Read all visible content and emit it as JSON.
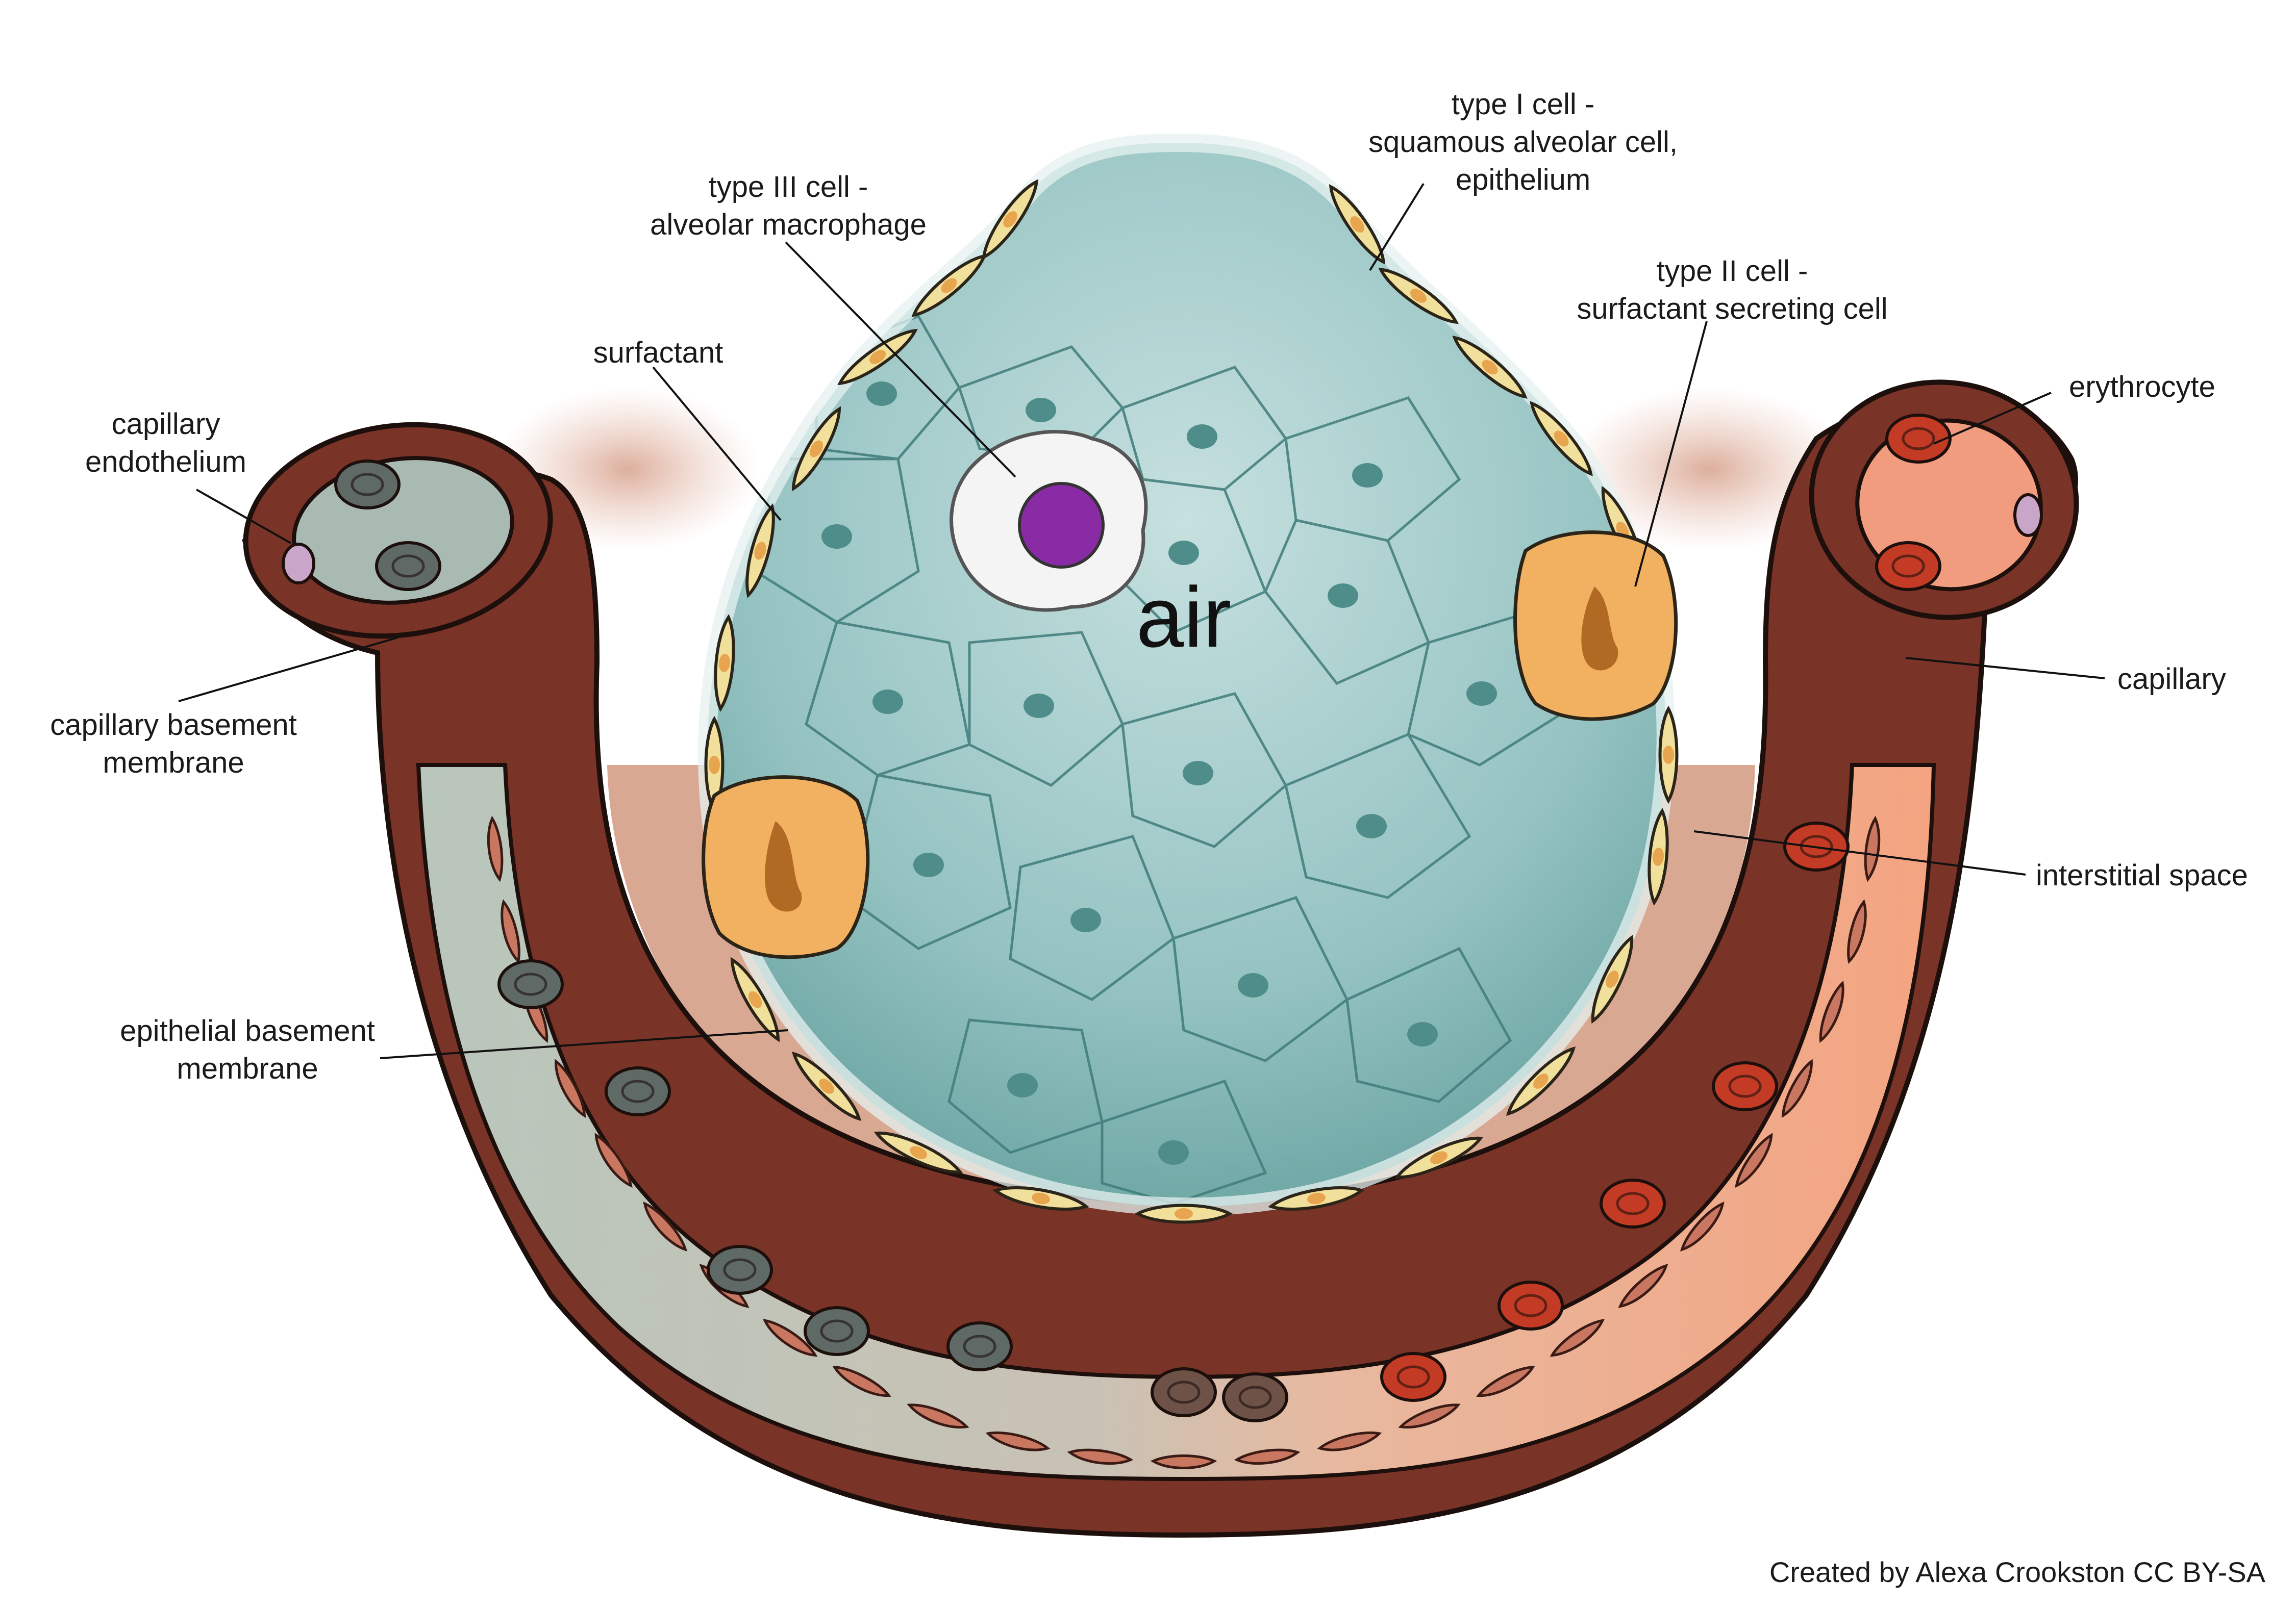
{
  "labels": {
    "type1": [
      "type I cell -",
      "squamous alveolar cell,",
      "epithelium"
    ],
    "type3": [
      "type III cell -",
      "alveolar macrophage"
    ],
    "type2": [
      "type II cell -",
      "surfactant secreting cell"
    ],
    "surfactant": [
      "surfactant"
    ],
    "cap_endo": [
      "capillary",
      "endothelium"
    ],
    "erythrocyte": [
      "erythrocyte"
    ],
    "cap_bm": [
      "capillary basement",
      "membrane"
    ],
    "capillary": [
      "capillary"
    ],
    "interstitial": [
      "interstitial space"
    ],
    "epi_bm": [
      "epithelial basement",
      "membrane"
    ]
  },
  "air": "air",
  "credit": "Created by Alexa Crookston CC BY-SA",
  "colors": {
    "vessel_wall": "#7a3327",
    "vessel_outline": "#1c0f0c",
    "deoxy_blood": "#b9c6bc",
    "oxy_blood": "#f4a481",
    "alveolus": "#8fbfbf",
    "alveolus_dark": "#4f8d8b",
    "type1_cell": "#f1df9c",
    "type2_cell": "#f2b061",
    "macrophage_nucleus": "#8a2ba6",
    "interstitium": "#d9a893",
    "rbc_gray": "#5f6a66",
    "rbc_red": "#c43b25"
  }
}
